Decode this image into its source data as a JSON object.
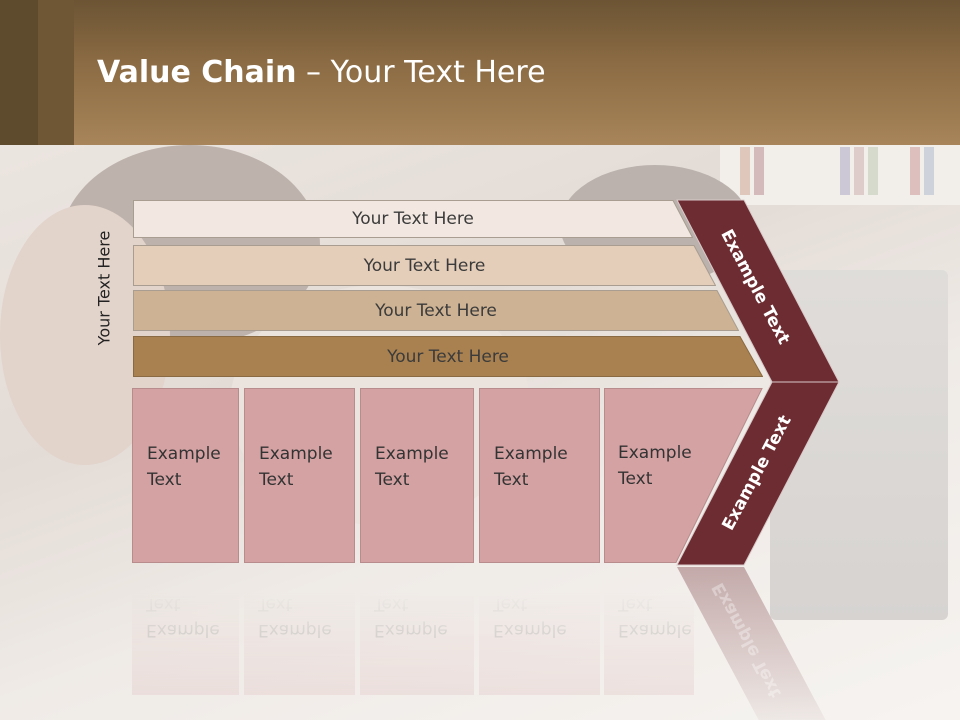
{
  "header": {
    "title_bold": "Value Chain",
    "title_rest": " – Your Text Here"
  },
  "side_label": "Your Text Here",
  "bars": [
    {
      "label": "Your Text Here",
      "color": "#f2e8e1"
    },
    {
      "label": "Your Text Here",
      "color": "#e4cdb9"
    },
    {
      "label": "Your Text Here",
      "color": "#cdb293"
    },
    {
      "label": "Your Text Here",
      "color": "#a98150"
    }
  ],
  "boxes": [
    {
      "line1": "Example",
      "line2": "Text"
    },
    {
      "line1": "Example",
      "line2": "Text"
    },
    {
      "line1": "Example",
      "line2": "Text"
    },
    {
      "line1": "Example",
      "line2": "Text"
    },
    {
      "line1": "Example",
      "line2": "Text"
    }
  ],
  "chevron": {
    "upper_label": "Example Text",
    "lower_label": "Example Text",
    "color": "#6d2c31"
  },
  "colors": {
    "header_brown": "#8c6c44",
    "box_pink": "#d4a2a3"
  }
}
